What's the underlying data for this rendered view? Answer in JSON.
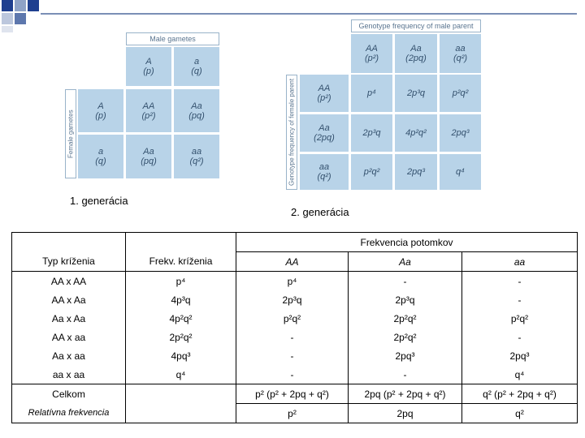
{
  "generation1": {
    "caption": "1. generácia",
    "male_header": "Male gametes",
    "female_header": "Female gametes",
    "male_cols": [
      {
        "top": "A",
        "bottom": "(p)"
      },
      {
        "top": "a",
        "bottom": "(q)"
      }
    ],
    "female_rows": [
      {
        "top": "A",
        "bottom": "(p)"
      },
      {
        "top": "a",
        "bottom": "(q)"
      }
    ],
    "cells": [
      [
        {
          "top": "AA",
          "bottom": "(p²)"
        },
        {
          "top": "Aa",
          "bottom": "(pq)"
        }
      ],
      [
        {
          "top": "Aa",
          "bottom": "(pq)"
        },
        {
          "top": "aa",
          "bottom": "(q²)"
        }
      ]
    ]
  },
  "generation2": {
    "caption": "2. generácia",
    "male_header": "Genotype frequency of male parent",
    "female_header": "Genotype frequency of female parent",
    "male_cols": [
      {
        "top": "AA",
        "bottom": "(p²)"
      },
      {
        "top": "Aa",
        "bottom": "(2pq)"
      },
      {
        "top": "aa",
        "bottom": "(q²)"
      }
    ],
    "female_rows": [
      {
        "top": "AA",
        "bottom": "(p²)"
      },
      {
        "top": "Aa",
        "bottom": "(2pq)"
      },
      {
        "top": "aa",
        "bottom": "(q²)"
      }
    ],
    "cells": [
      [
        "p⁴",
        "2p³q",
        "p²q²"
      ],
      [
        "2p³q",
        "4p²q²",
        "2pq³"
      ],
      [
        "p²q²",
        "2pq³",
        "q⁴"
      ]
    ]
  },
  "table": {
    "group_header": "Frekvencia potomkov",
    "headers": [
      "Typ kríženia",
      "Frekv. kríženia",
      "AA",
      "Aa",
      "aa"
    ],
    "rows": [
      [
        "AA x AA",
        "p⁴",
        "p⁴",
        "-",
        "-"
      ],
      [
        "AA x Aa",
        "4p³q",
        "2p³q",
        "2p³q",
        "-"
      ],
      [
        "Aa x Aa",
        "4p²q²",
        "p²q²",
        "2p²q²",
        "p²q²"
      ],
      [
        "AA x aa",
        "2p²q²",
        "-",
        "2p²q²",
        "-"
      ],
      [
        "Aa x aa",
        "4pq³",
        "-",
        "2pq³",
        "2pq³"
      ],
      [
        "aa x aa",
        "q⁴",
        "-",
        "-",
        "q⁴"
      ]
    ],
    "total_row": [
      "Celkom",
      "",
      "p² (p² + 2pq + q²)",
      "2pq (p² + 2pq + q²)",
      "q² (p² + 2pq + q²)"
    ],
    "relative_row": [
      "Relatívna frekvencia",
      "",
      "p²",
      "2pq",
      "q²"
    ]
  }
}
